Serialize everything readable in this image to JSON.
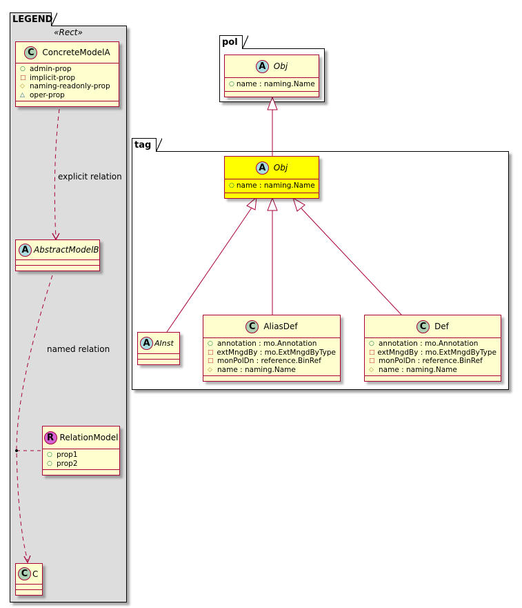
{
  "packages": {
    "legend": {
      "name": "LEGEND",
      "stereotype": "«Rect»"
    },
    "pol": {
      "name": "pol"
    },
    "tag": {
      "name": "tag"
    }
  },
  "legend": {
    "concrete_model_a": {
      "kind": "C",
      "name": "ConcreteModelA",
      "attributes": [
        {
          "visibility": "public",
          "symbol": "○",
          "text": "admin-prop"
        },
        {
          "visibility": "private",
          "symbol": "□",
          "text": "implicit-prop"
        },
        {
          "visibility": "protected",
          "symbol": "◇",
          "text": "naming-readonly-prop"
        },
        {
          "visibility": "package",
          "symbol": "△",
          "text": "oper-prop"
        }
      ]
    },
    "abstract_model_b": {
      "kind": "A",
      "name": "AbstractModelB"
    },
    "relation_model": {
      "kind": "R",
      "name": "RelationModel",
      "attributes": [
        {
          "visibility": "public",
          "symbol": "○",
          "text": "prop1"
        },
        {
          "visibility": "public",
          "symbol": "○",
          "text": "prop2"
        }
      ]
    },
    "c": {
      "kind": "C",
      "name": "C"
    },
    "explicit_relation_label": "explicit relation",
    "named_relation_label": "named relation"
  },
  "pol": {
    "obj": {
      "kind": "A",
      "name": "Obj",
      "attributes": [
        {
          "visibility": "public",
          "symbol": "○",
          "text": "name : naming.Name"
        }
      ]
    }
  },
  "tag": {
    "obj": {
      "kind": "A",
      "name": "Obj",
      "highlight_color": "#ffff00",
      "attributes": [
        {
          "visibility": "public",
          "symbol": "○",
          "text": "name : naming.Name"
        }
      ]
    },
    "ainst": {
      "kind": "A",
      "name": "AInst"
    },
    "alias_def": {
      "kind": "C",
      "name": "AliasDef",
      "attributes": [
        {
          "visibility": "public",
          "symbol": "○",
          "text": "annotation : mo.Annotation"
        },
        {
          "visibility": "private",
          "symbol": "□",
          "text": "extMngdBy : mo.ExtMngdByType"
        },
        {
          "visibility": "private",
          "symbol": "□",
          "text": "monPolDn : reference.BinRef"
        },
        {
          "visibility": "protected",
          "symbol": "◇",
          "text": "name : naming.Name"
        }
      ]
    },
    "def": {
      "kind": "C",
      "name": "Def",
      "attributes": [
        {
          "visibility": "public",
          "symbol": "○",
          "text": "annotation : mo.Annotation"
        },
        {
          "visibility": "private",
          "symbol": "□",
          "text": "extMngdBy : mo.ExtMngdByType"
        },
        {
          "visibility": "private",
          "symbol": "□",
          "text": "monPolDn : reference.BinRef"
        },
        {
          "visibility": "protected",
          "symbol": "◇",
          "text": "name : naming.Name"
        }
      ]
    }
  },
  "colors": {
    "class_fill": "#fefece",
    "class_border": "#a80036",
    "highlight_fill": "#ffff00",
    "legend_fill": "#dddddd",
    "circle_class": "#add1b2",
    "circle_abstract": "#a9dcdf",
    "circle_relation": "#d262d2"
  }
}
